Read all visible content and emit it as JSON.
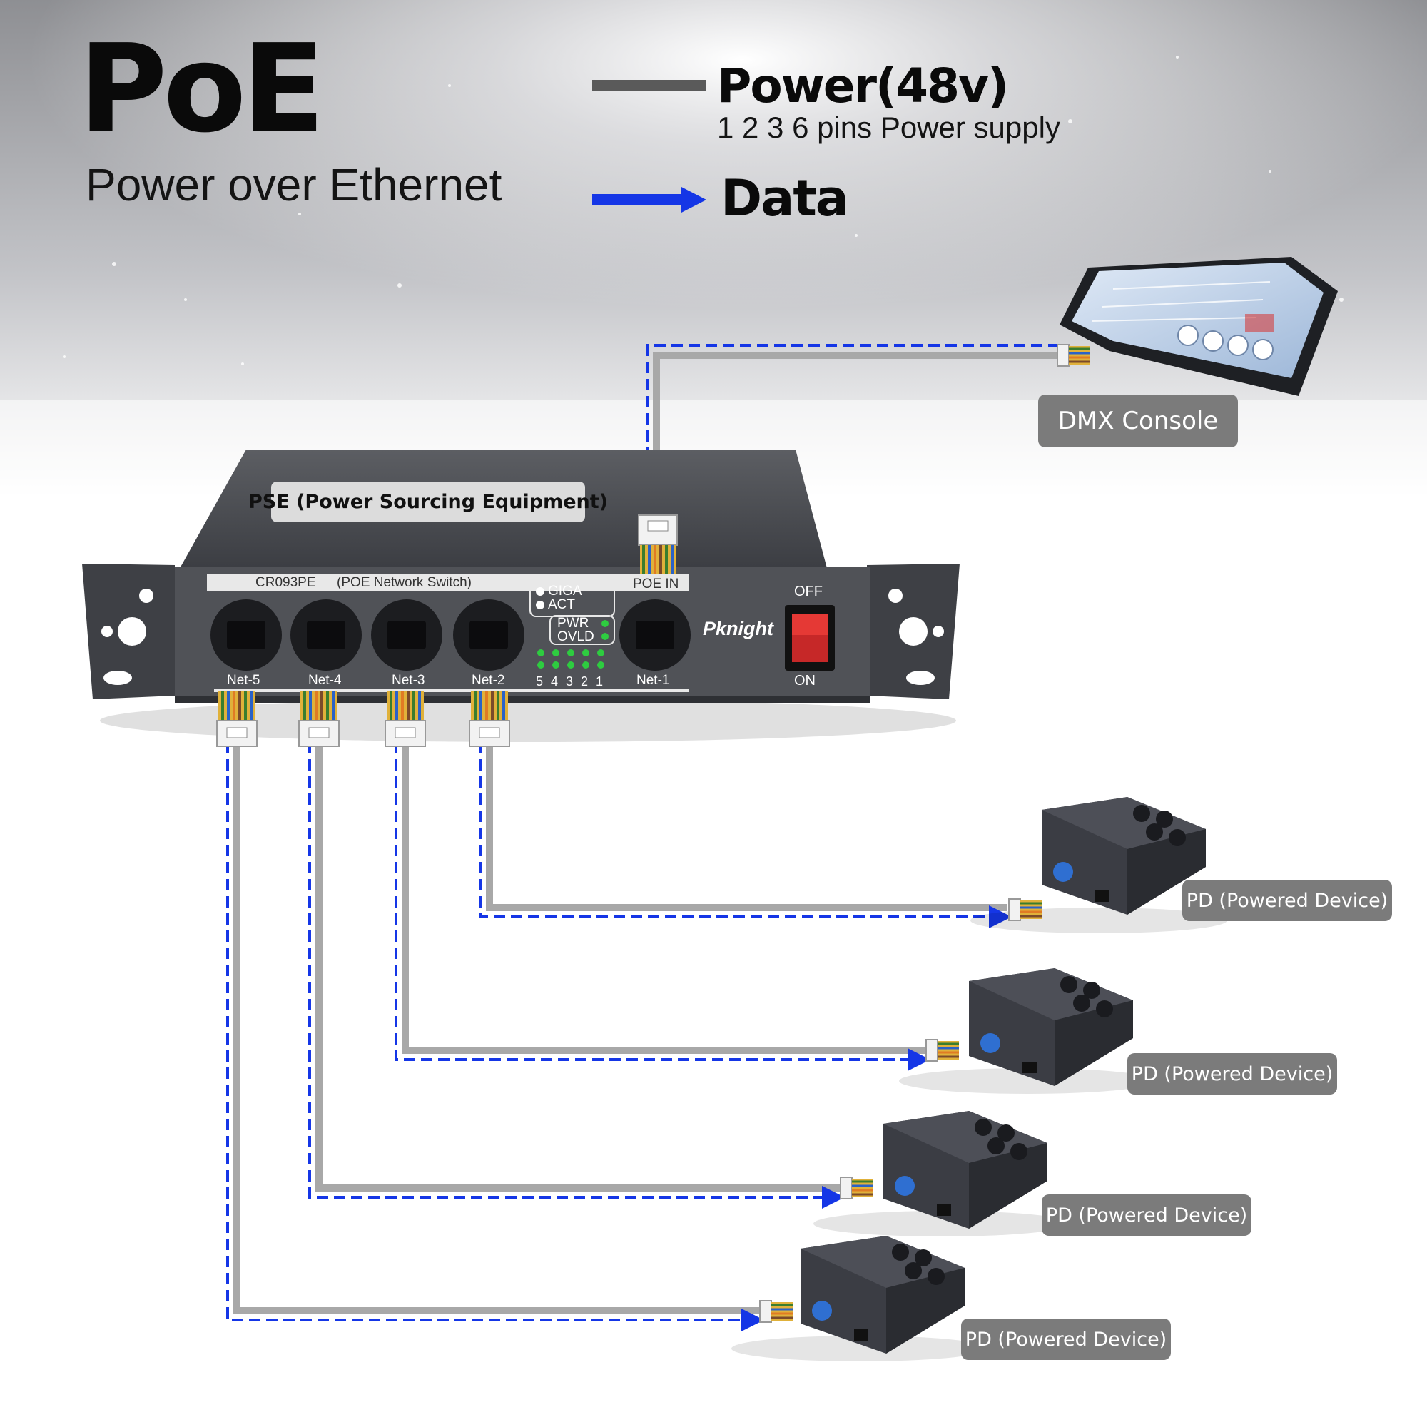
{
  "header": {
    "title": "PoE",
    "subtitle": "Power over Ethernet"
  },
  "legend": {
    "power_title": "Power(48v)",
    "power_subtitle": "1 2 3 6 pins Power supply",
    "data_title": "Data",
    "power_color": "#5a5a5a",
    "data_color": "#1536e6"
  },
  "switch": {
    "pse_label": "PSE (Power Sourcing Equipment)",
    "model": "CR093PE",
    "model_desc": "(POE Network Switch)",
    "brand": "Pknight",
    "poe_in": "POE IN",
    "status": {
      "giga": "GIGA",
      "act": "ACT",
      "pwr": "PWR",
      "ovld": "OVLD"
    },
    "led_numbers": [
      "5",
      "4",
      "3",
      "2",
      "1"
    ],
    "ports": [
      "Net-5",
      "Net-4",
      "Net-3",
      "Net-2",
      "Net-1"
    ],
    "switch_off": "OFF",
    "switch_on": "ON"
  },
  "dmx_console": {
    "label": "DMX Console"
  },
  "powered_devices": [
    {
      "label": "PD (Powered Device)"
    },
    {
      "label": "PD (Powered Device)"
    },
    {
      "label": "PD (Powered Device)"
    },
    {
      "label": "PD (Powered Device)"
    }
  ]
}
